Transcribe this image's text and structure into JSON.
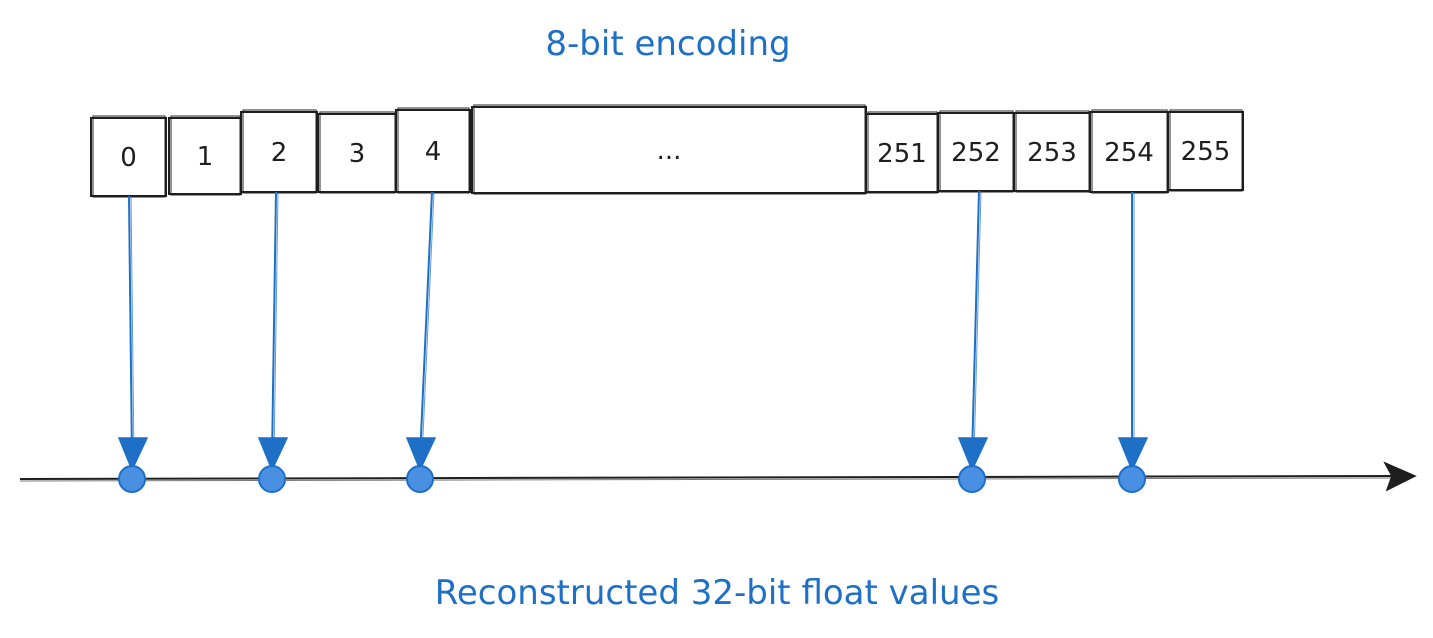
{
  "title_top": "8-bit encoding",
  "title_bottom": "Reconstructed 32-bit float values",
  "colors": {
    "accent": "#1e6fc6",
    "point_fill": "#4a90e2",
    "ink": "#1e1e1e"
  },
  "cells": [
    "0",
    "1",
    "2",
    "3",
    "4",
    "...",
    "251",
    "252",
    "253",
    "254",
    "255"
  ],
  "mapped_cells": [
    "0",
    "2",
    "4",
    "252",
    "254"
  ]
}
